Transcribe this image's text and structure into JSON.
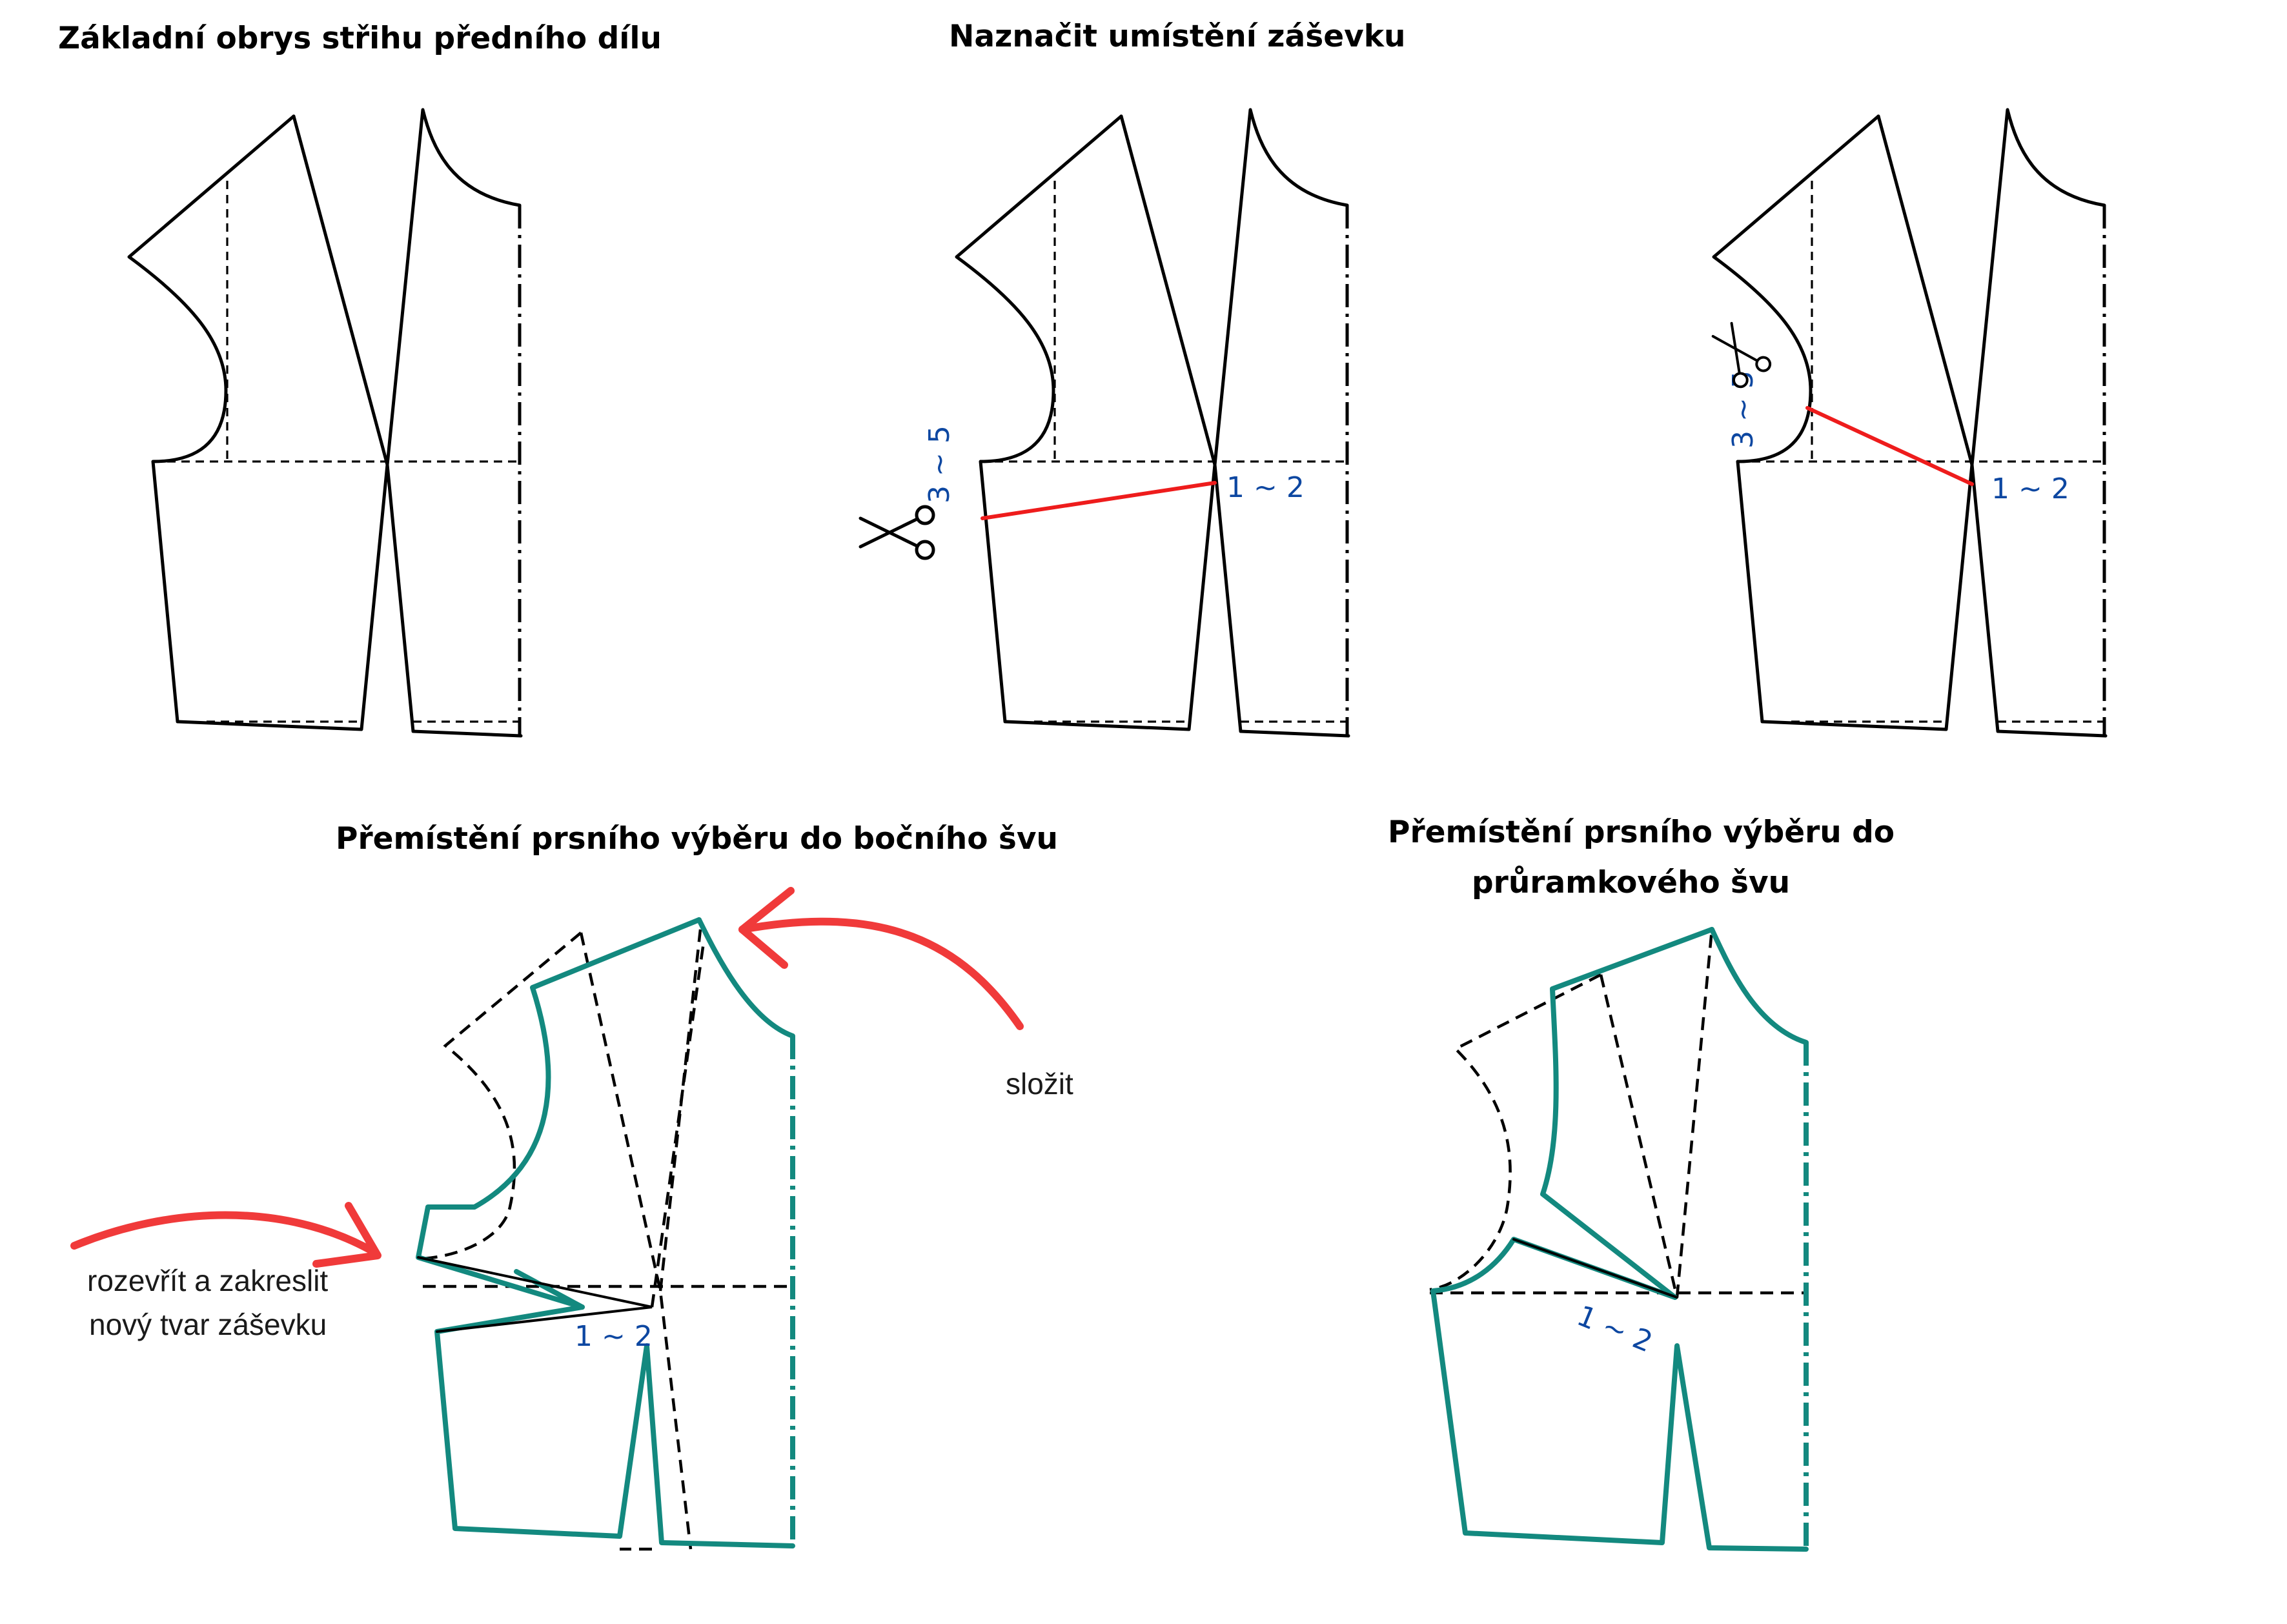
{
  "panels": {
    "p1": {
      "title": "Základní obrys střihu předního dílu"
    },
    "p2": {
      "title": "Naznačit umístění záševku",
      "measure_side": "3 ~ 5",
      "measure_center": "1 ~ 2"
    },
    "p3": {
      "measure_side": "3 ~ 5",
      "measure_center": "1 ~ 2"
    },
    "p4": {
      "title": "Přemístění prsního výběru do bočního švu",
      "measure": "1 ~ 2",
      "note_fold": "složit",
      "note_open_line1": "rozevřít a zakreslit",
      "note_open_line2": "nový tvar záševku"
    },
    "p5": {
      "title_line1": "Přemístění prsního výběru do",
      "title_line2": "průramkového švu",
      "measure": "1 ~ 2"
    }
  },
  "icons": [
    "scissors-icon",
    "scissors-icon",
    "curved-arrow-icon",
    "curved-arrow-icon"
  ],
  "colors": {
    "pattern": "#000000",
    "teal": "#13897f",
    "cut_line": "#ee1c1c",
    "arrow": "#f03a3a",
    "measure": "#0d47a1"
  }
}
